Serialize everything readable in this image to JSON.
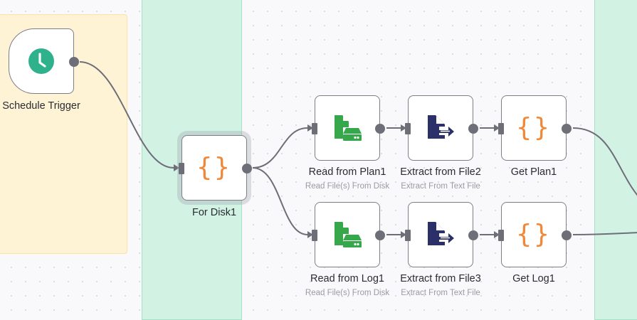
{
  "canvas": {
    "colors": {
      "background": "#f9f9fb",
      "sticky_yellow": "#fff3d6",
      "sticky_green": "#d2f2e4",
      "edge": "#6e6e78",
      "code_icon": "#f0883a",
      "read_icon": "#36a84b",
      "extract_icon": "#2b3068",
      "schedule_icon": "#2fb28c"
    }
  },
  "nodes": {
    "schedule_trigger": {
      "title": "Schedule Trigger",
      "icon": "clock-icon"
    },
    "for_disk": {
      "title": "For Disk1",
      "icon": "code-braces-icon"
    },
    "read_plan": {
      "title": "Read from Plan1",
      "subtitle": "Read File(s) From Disk",
      "icon": "read-file-disk-icon"
    },
    "extract_file2": {
      "title": "Extract from File2",
      "subtitle": "Extract From Text File",
      "icon": "extract-file-icon"
    },
    "get_plan": {
      "title": "Get Plan1",
      "icon": "code-braces-icon"
    },
    "read_log": {
      "title": "Read from Log1",
      "subtitle": "Read File(s) From Disk",
      "icon": "read-file-disk-icon"
    },
    "extract_file3": {
      "title": "Extract from File3",
      "subtitle": "Extract From Text File",
      "icon": "extract-file-icon"
    },
    "get_log": {
      "title": "Get Log1",
      "icon": "code-braces-icon"
    }
  },
  "icons": {
    "braces_glyph": "{}"
  }
}
